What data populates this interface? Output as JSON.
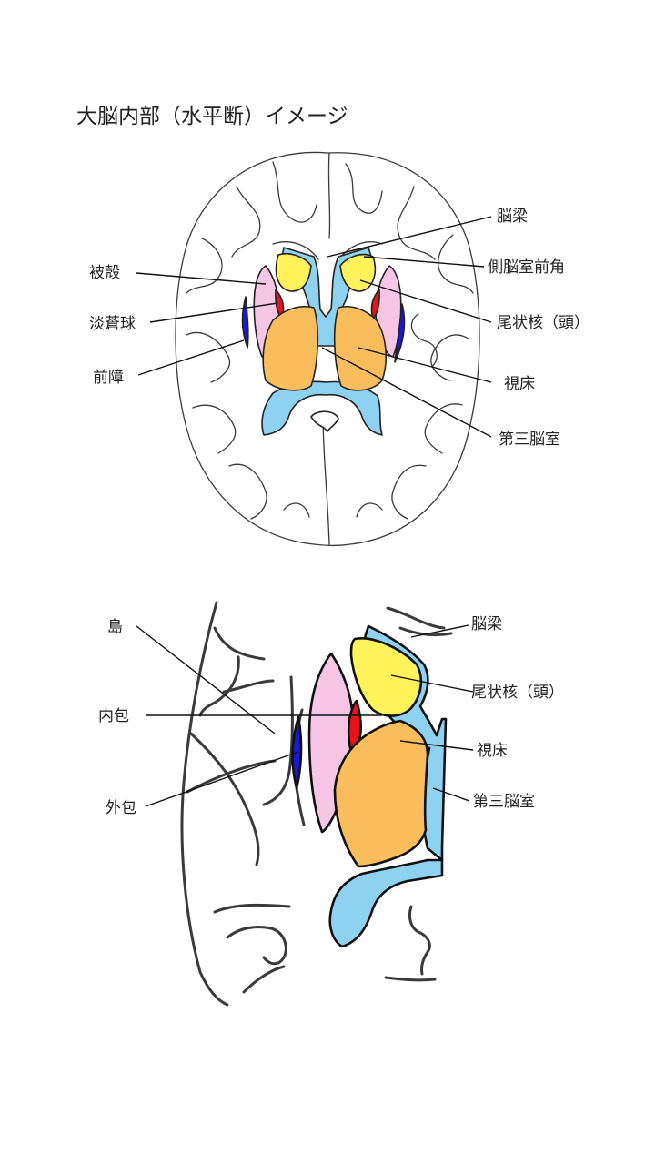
{
  "title": "大脳内部（水平断）イメージ",
  "colors": {
    "ventricle": "#8fd1f0",
    "caudate": "#fff25a",
    "putamen": "#f7c6e4",
    "globus_pallidus": "#e8141c",
    "claustrum": "#1a1ad6",
    "thalamus": "#f9bd5c"
  },
  "top_labels": {
    "corpus_callosum": "脳梁",
    "anterior_horn": "側脳室前角",
    "putamen": "被殻",
    "globus_pallidus": "淡蒼球",
    "caudate_head": "尾状核（頭）",
    "claustrum": "前障",
    "thalamus": "視床",
    "third_ventricle": "第三脳室"
  },
  "bottom_labels": {
    "corpus_callosum": "脳梁",
    "insula": "島",
    "caudate_head": "尾状核（頭）",
    "internal_capsule": "内包",
    "thalamus": "視床",
    "third_ventricle": "第三脳室",
    "external_capsule": "外包"
  }
}
